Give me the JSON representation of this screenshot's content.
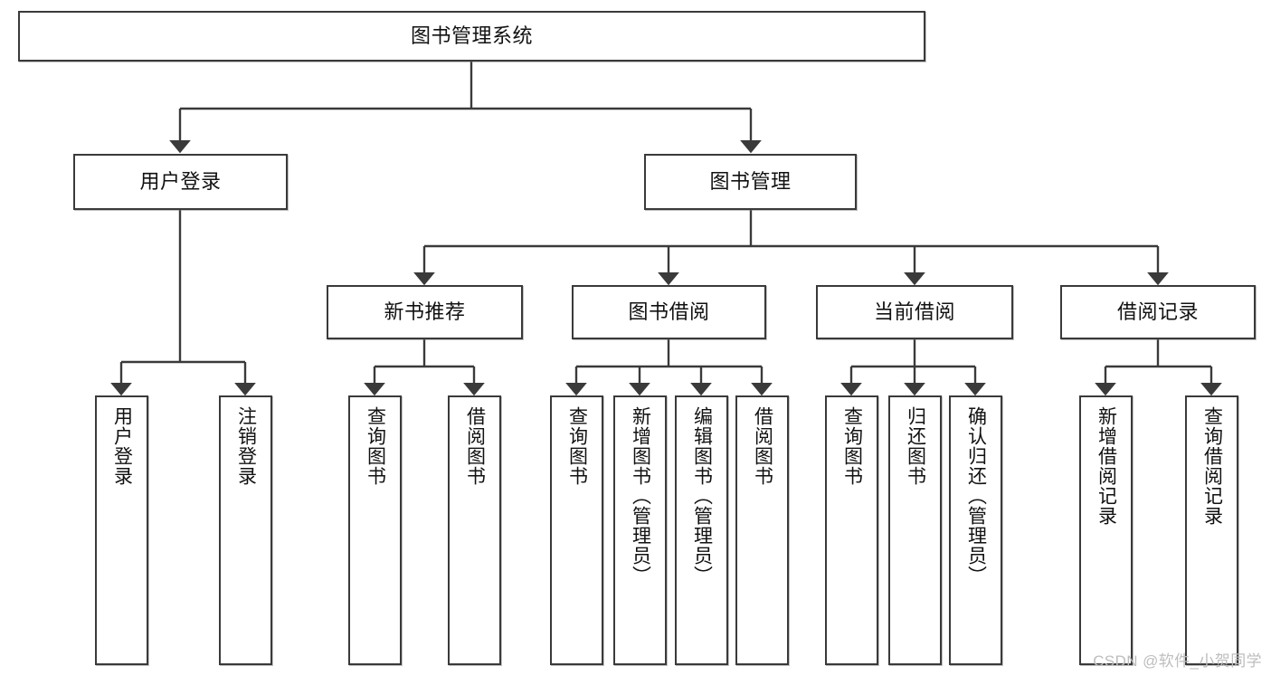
{
  "diagram": {
    "title": "图书管理系统",
    "type": "hierarchy-tree",
    "watermark": "CSDN @软件_小贺同学",
    "colors": {
      "box_border": "#3a3a3a",
      "box_fill": "#ffffff",
      "edge": "#3a3a3a",
      "text": "#111111",
      "watermark": "#bdbdbd"
    },
    "levels": {
      "root": {
        "label": "图书管理系统"
      },
      "level2": [
        {
          "label": "用户登录"
        },
        {
          "label": "图书管理"
        }
      ],
      "level3": [
        {
          "label": "新书推荐"
        },
        {
          "label": "图书借阅"
        },
        {
          "label": "当前借阅"
        },
        {
          "label": "借阅记录"
        }
      ],
      "leaves": {
        "user_login": [
          {
            "label": "用户登录"
          },
          {
            "label": "注销登录"
          }
        ],
        "new_book_recommend": [
          {
            "label": "查询图书"
          },
          {
            "label": "借阅图书"
          }
        ],
        "book_borrow": [
          {
            "label": "查询图书"
          },
          {
            "label": "新增图书（管理员）"
          },
          {
            "label": "编辑图书（管理员）"
          },
          {
            "label": "借阅图书"
          }
        ],
        "current_borrow": [
          {
            "label": "查询图书"
          },
          {
            "label": "归还图书"
          },
          {
            "label": "确认归还（管理员）"
          }
        ],
        "borrow_record": [
          {
            "label": "新增借阅记录"
          },
          {
            "label": "查询借阅记录"
          }
        ]
      }
    }
  }
}
